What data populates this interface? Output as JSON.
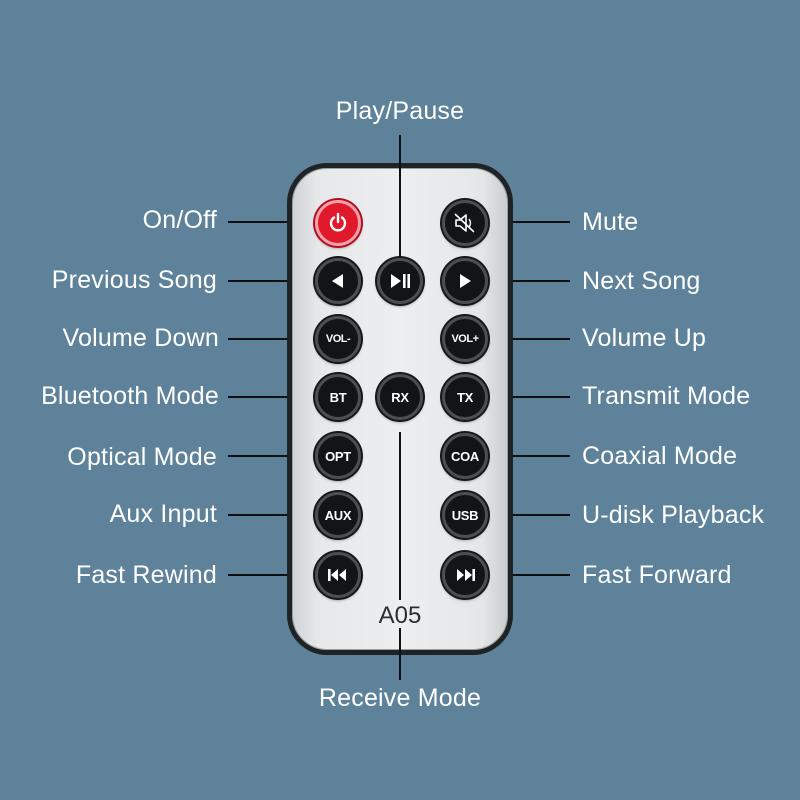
{
  "labels": {
    "play_pause": "Play/Pause",
    "on_off": "On/Off",
    "previous_song": "Previous Song",
    "volume_down": "Volume Down",
    "bluetooth_mode": "Bluetooth Mode",
    "optical_mode": "Optical Mode",
    "aux_input": "Aux Input",
    "fast_rewind": "Fast Rewind",
    "mute": "Mute",
    "next_song": "Next Song",
    "volume_up": "Volume Up",
    "transmit_mode": "Transmit Mode",
    "coaxial_mode": "Coaxial Mode",
    "u_disk_playback": "U-disk Playback",
    "fast_forward": "Fast Forward",
    "receive_mode": "Receive Mode"
  },
  "buttons": {
    "vol_minus": "VOL-",
    "vol_plus": "VOL+",
    "bt": "BT",
    "rx": "RX",
    "tx": "TX",
    "opt": "OPT",
    "coa": "COA",
    "aux": "AUX",
    "usb": "USB"
  },
  "remote": {
    "model": "A05"
  },
  "colors": {
    "background": "#5e8299",
    "power": "#e0192c",
    "button": "#121416",
    "remote_body": "#eceeef"
  },
  "icons": [
    "power-icon",
    "mute-icon",
    "previous-icon",
    "play-pause-icon",
    "next-icon",
    "fast-rewind-icon",
    "fast-forward-icon"
  ]
}
